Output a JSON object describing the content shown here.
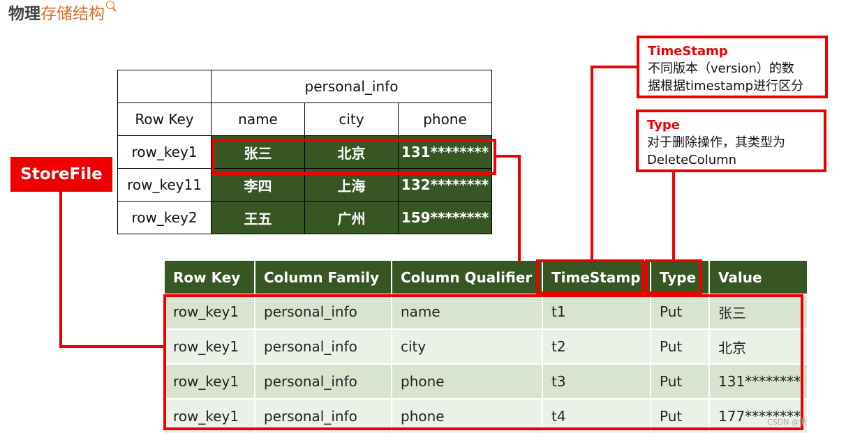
{
  "title": {
    "part1": "物理",
    "part2": "存储结构"
  },
  "logical_table": {
    "group_header": "personal_info",
    "row_key_header": "Row Key",
    "columns": [
      "name",
      "city",
      "phone"
    ],
    "rows": [
      {
        "key": "row_key1",
        "cells": [
          "张三",
          "北京",
          "131********"
        ]
      },
      {
        "key": "row_key11",
        "cells": [
          "李四",
          "上海",
          "132********"
        ]
      },
      {
        "key": "row_key2",
        "cells": [
          "王五",
          "广州",
          "159********"
        ]
      }
    ]
  },
  "storefile_table": {
    "headers": [
      "Row Key",
      "Column Family",
      "Column Qualifier",
      "TimeStamp",
      "Type",
      "Value"
    ],
    "rows": [
      [
        "row_key1",
        "personal_info",
        "name",
        "t1",
        "Put",
        "张三"
      ],
      [
        "row_key1",
        "personal_info",
        "city",
        "t2",
        "Put",
        "北京"
      ],
      [
        "row_key1",
        "personal_info",
        "phone",
        "t3",
        "Put",
        "131********"
      ],
      [
        "row_key1",
        "personal_info",
        "phone",
        "t4",
        "Put",
        "177********"
      ]
    ]
  },
  "callouts": {
    "storefile": "StoreFile",
    "timestamp": {
      "title": "TimeStamp",
      "line1": "不同版本（version）的数",
      "line2": "据根据timestamp进行区分"
    },
    "type": {
      "title": "Type",
      "line1": "对于删除操作，其类型为",
      "line2": "DeleteColumn"
    }
  },
  "colors": {
    "dark_green": "#375623",
    "light_green": "#d8e4d0",
    "accent_red": "#ee0000",
    "title_orange": "#e36c2a"
  },
  "watermark": "CSDN @助"
}
